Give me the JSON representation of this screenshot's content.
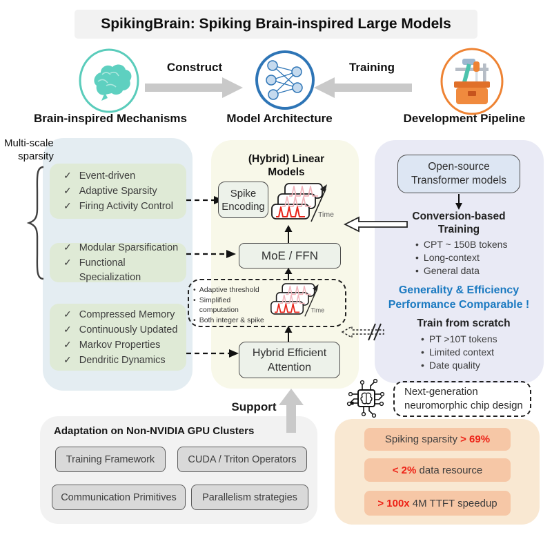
{
  "title": "SpikingBrain: Spiking Brain-inspired Large Models",
  "glyphs": {
    "check": "✓",
    "bullet": "•"
  },
  "colors": {
    "teal_accent": "#5accbb",
    "blue_accent": "#2e75b6",
    "orange_accent": "#ed7d31",
    "red_highlight": "#ed2015",
    "blue_text": "#1b7ac1",
    "left_panel_bg": "#e4edf2",
    "mid_panel_bg": "#f8f8e9",
    "right_panel_bg": "#e9eaf5",
    "green_box_bg": "#dfead6",
    "gray_panel_bg": "#f2f2f2",
    "orange_panel_bg": "#f9e8d2",
    "orange_row_bg": "#f6c7a6",
    "arrow_gray": "#c9c9c9"
  },
  "top_flow": {
    "construct_label": "Construct",
    "training_label": "Training",
    "brain_caption": "Brain-inspired Mechanisms",
    "architecture_caption": "Model Architecture",
    "pipeline_caption": "Development Pipeline"
  },
  "left_panel": {
    "annotation_line1": "Multi-scale",
    "annotation_line2": "sparsity",
    "groups": [
      {
        "items": [
          "Event-driven",
          "Adaptive Sparsity",
          "Firing Activity Control"
        ]
      },
      {
        "items": [
          "Modular Sparsification",
          "Functional Specialization"
        ]
      },
      {
        "items": [
          "Compressed Memory",
          "Continuously Updated",
          "Markov Properties",
          "Dendritic Dynamics"
        ]
      }
    ]
  },
  "middle_panel": {
    "title_line1": "(Hybrid) Linear",
    "title_line2": "Models",
    "spike_encoding_line1": "Spike",
    "spike_encoding_line2": "Encoding",
    "moe_label": "MoE / FFN",
    "attention_line1": "Hybrid Efficient",
    "attention_line2": "Attention",
    "dashed_notes": [
      "Adaptive threshold",
      "Simplified computation",
      "Both integer & spike"
    ],
    "time_label": "Time",
    "support_label": "Support"
  },
  "right_panel": {
    "open_source_line1": "Open-source",
    "open_source_line2": "Transformer models",
    "conversion_title_line1": "Conversion-based",
    "conversion_title_line2": "Training",
    "conversion_bullets": [
      "CPT ~ 150B tokens",
      "Long-context",
      "General data"
    ],
    "highlight_line1": "Generality & Efficiency",
    "highlight_line2": "Performance Comparable !",
    "scratch_title": "Train from scratch",
    "scratch_bullets": [
      "PT >10T tokens",
      "Limited context",
      "Date quality"
    ],
    "chip_note_line1": "Next-generation",
    "chip_note_line2": "neuromorphic chip design"
  },
  "bottom_left": {
    "title": "Adaptation on Non-NVIDIA GPU Clusters",
    "boxes": [
      "Training Framework",
      "CUDA / Triton Operators",
      "Communication Primitives",
      "Parallelism strategies"
    ]
  },
  "bottom_right": {
    "rows": [
      {
        "prefix": "Spiking sparsity ",
        "highlight": "> 69%",
        "suffix": ""
      },
      {
        "prefix": "",
        "highlight": "< 2%",
        "suffix": " data resource"
      },
      {
        "prefix": "",
        "highlight": "> 100x",
        "suffix": " 4M TTFT speedup"
      }
    ]
  }
}
